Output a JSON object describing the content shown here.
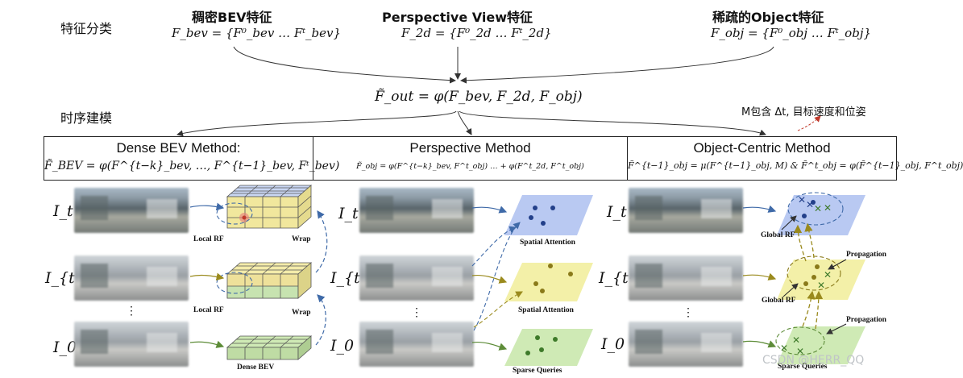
{
  "labels": {
    "feature_category": "特征分类",
    "temporal_modeling": "时序建模"
  },
  "features": {
    "dense": {
      "title": "稠密BEV特征",
      "formula": "F_bev = {F⁰_bev … Fᵗ_bev}"
    },
    "perspective": {
      "title": "Perspective View特征",
      "formula": "F_2d = {F⁰_2d … Fᵗ_2d}"
    },
    "sparse": {
      "title": "稀疏的Object特征",
      "formula": "F_obj = {F⁰_obj … Fᵗ_obj}"
    }
  },
  "fusion_formula": "F̃_out = φ(F_bev, F_2d, F_obj)",
  "note": "M包含 Δt, 目标速度和位姿",
  "methods": {
    "dense": {
      "title": "Dense BEV Method:",
      "formula": "F̃_BEV = φ(F^{t−k}_bev, …, F^{t−1}_bev, Fᵗ_bev)"
    },
    "perspective": {
      "title": "Perspective Method",
      "formula": "F̃_obj = φ(F^{t−k}_bev, F^t_obj) … + φ(F^t_2d, F^t_obj)"
    },
    "object": {
      "title": "Object-Centric Method",
      "formula": "F̃^{t−1}_obj = μ(F^{t−1}_obj, M) & F̃^t_obj = φ(F̃^{t−1}_obj, F^t_obj)"
    }
  },
  "rows": {
    "t": "I_t",
    "t_minus_1": "I_{t−1}",
    "dots": "⋮",
    "zero": "I_0"
  },
  "diagram_labels": {
    "local_rf": "Local RF",
    "wrap": "Wrap",
    "dense_bev": "Dense BEV",
    "spatial_attention": "Spatial Attention",
    "sparse_queries": "Sparse Queries",
    "global_rf": "Global RF",
    "propagation": "Propagation"
  },
  "watermark": "CSDN @HERR_QQ",
  "colors": {
    "blue_plane": "#b9c9f2",
    "yellow_plane": "#f3f0a8",
    "green_plane": "#cfeab5",
    "arrow_blue": "#3f6aa8",
    "arrow_olive": "#9a8a1d",
    "arrow_green": "#5d8c38",
    "dot_blue": "#23408a",
    "dot_olive": "#8a7a1a",
    "dot_green": "#3e7a2a"
  }
}
